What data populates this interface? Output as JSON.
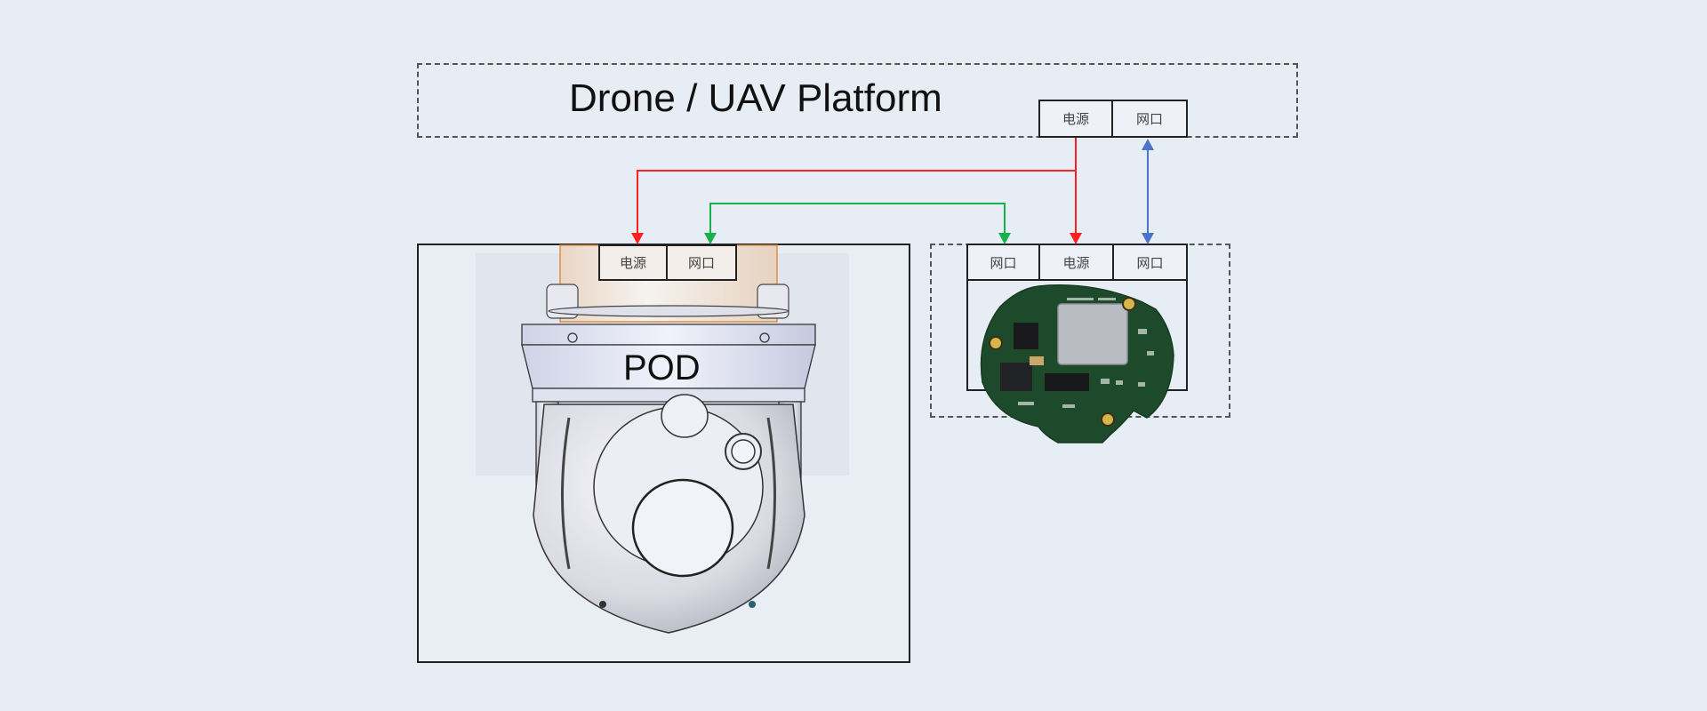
{
  "platform": {
    "title": "Drone / UAV Platform",
    "ports": [
      "电源",
      "网口"
    ]
  },
  "pod": {
    "label": "POD",
    "ports": [
      "电源",
      "网口"
    ]
  },
  "board": {
    "ports": [
      "网口",
      "电源",
      "网口"
    ]
  },
  "connections": [
    {
      "name": "power-to-pod",
      "from": "platform.电源",
      "to": "pod.电源",
      "color": "#ff2020",
      "direction": "to"
    },
    {
      "name": "power-to-board",
      "from": "platform.电源",
      "to": "board.电源",
      "color": "#ff2020",
      "direction": "to"
    },
    {
      "name": "ethernet-pod-board",
      "from": "pod.网口",
      "to": "board.网口(left)",
      "color": "#18b048",
      "direction": "both"
    },
    {
      "name": "ethernet-platform-board",
      "from": "platform.网口",
      "to": "board.网口(right)",
      "color": "#4a74cc",
      "direction": "both"
    }
  ],
  "colors": {
    "background": "#e7edf5",
    "power": "#ff2020",
    "ethernet_pod": "#18b048",
    "ethernet_platform": "#4a74cc"
  }
}
